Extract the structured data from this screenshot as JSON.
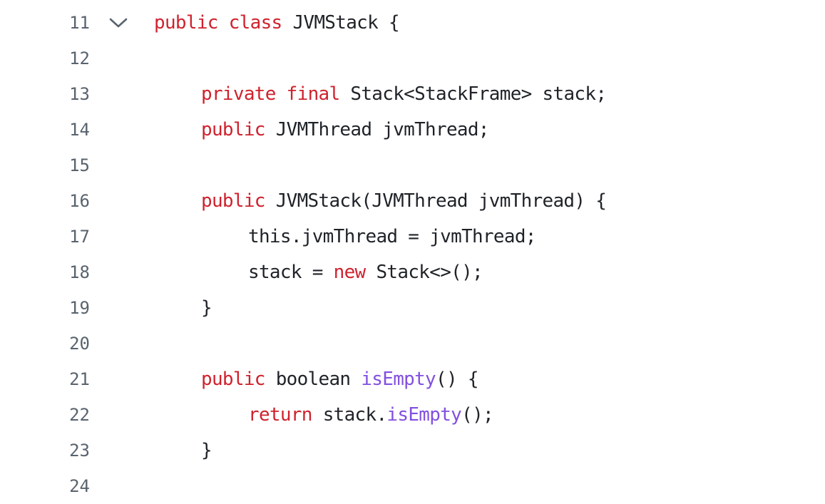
{
  "code": {
    "lines": [
      {
        "number": "11",
        "indent": 0,
        "foldable": true,
        "tokens": [
          {
            "t": "public",
            "k": "kw"
          },
          {
            "t": " "
          },
          {
            "t": "class",
            "k": "kw"
          },
          {
            "t": " JVMStack {"
          }
        ]
      },
      {
        "number": "12",
        "indent": 0,
        "tokens": []
      },
      {
        "number": "13",
        "indent": 1,
        "tokens": [
          {
            "t": "private",
            "k": "kw"
          },
          {
            "t": " "
          },
          {
            "t": "final",
            "k": "kw"
          },
          {
            "t": " Stack<StackFrame> stack;"
          }
        ]
      },
      {
        "number": "14",
        "indent": 1,
        "tokens": [
          {
            "t": "public",
            "k": "kw"
          },
          {
            "t": " JVMThread jvmThread;"
          }
        ]
      },
      {
        "number": "15",
        "indent": 0,
        "tokens": []
      },
      {
        "number": "16",
        "indent": 1,
        "tokens": [
          {
            "t": "public",
            "k": "kw"
          },
          {
            "t": " JVMStack(JVMThread jvmThread) {"
          }
        ]
      },
      {
        "number": "17",
        "indent": 2,
        "tokens": [
          {
            "t": "this.jvmThread = jvmThread;"
          }
        ]
      },
      {
        "number": "18",
        "indent": 2,
        "tokens": [
          {
            "t": "stack = "
          },
          {
            "t": "new",
            "k": "kw"
          },
          {
            "t": " Stack<>();"
          }
        ]
      },
      {
        "number": "19",
        "indent": 1,
        "tokens": [
          {
            "t": "}"
          }
        ]
      },
      {
        "number": "20",
        "indent": 0,
        "tokens": []
      },
      {
        "number": "21",
        "indent": 1,
        "tokens": [
          {
            "t": "public",
            "k": "kw"
          },
          {
            "t": " boolean "
          },
          {
            "t": "isEmpty",
            "k": "fn"
          },
          {
            "t": "() {"
          }
        ]
      },
      {
        "number": "22",
        "indent": 2,
        "tokens": [
          {
            "t": "return",
            "k": "kw"
          },
          {
            "t": " stack."
          },
          {
            "t": "isEmpty",
            "k": "fn"
          },
          {
            "t": "();"
          }
        ]
      },
      {
        "number": "23",
        "indent": 1,
        "tokens": [
          {
            "t": "}"
          }
        ]
      },
      {
        "number": "24",
        "indent": 0,
        "tokens": []
      }
    ]
  },
  "icons": {
    "fold_toggle": "chevron-down-icon"
  },
  "colors": {
    "keyword": "#cf222e",
    "function": "#8250df",
    "text": "#1f2328",
    "line_number": "#59636e"
  }
}
